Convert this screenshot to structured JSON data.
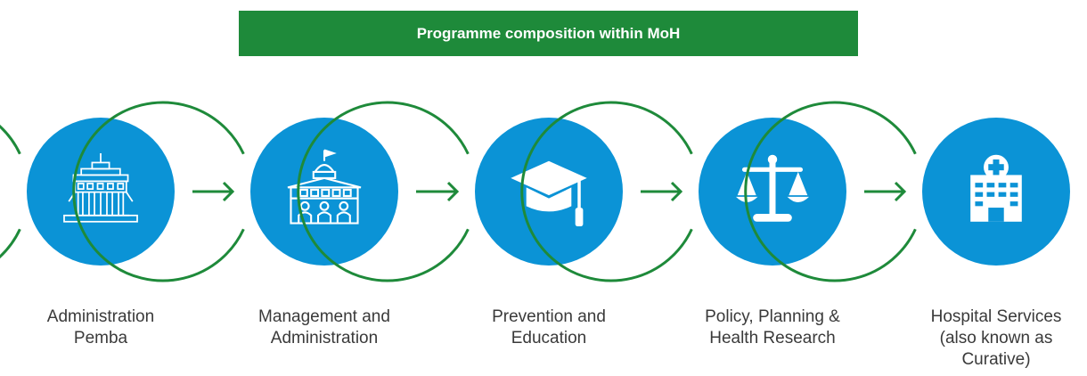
{
  "header": {
    "title": "Programme composition within MoH"
  },
  "colors": {
    "banner": "#1e8a3a",
    "ring": "#1e8a3a",
    "circle": "#0b93d6",
    "icon": "#ffffff",
    "label": "#3a3a3a"
  },
  "steps": [
    {
      "icon": "building-icon",
      "label": "Administration\nPemba"
    },
    {
      "icon": "government-building-icon",
      "label": "Management and\nAdministration"
    },
    {
      "icon": "graduation-cap-icon",
      "label": "Prevention and\nEducation"
    },
    {
      "icon": "scales-of-justice-icon",
      "label": "Policy, Planning &\nHealth Research"
    },
    {
      "icon": "hospital-icon",
      "label": "Hospital Services\n(also known as\nCurative)"
    }
  ]
}
